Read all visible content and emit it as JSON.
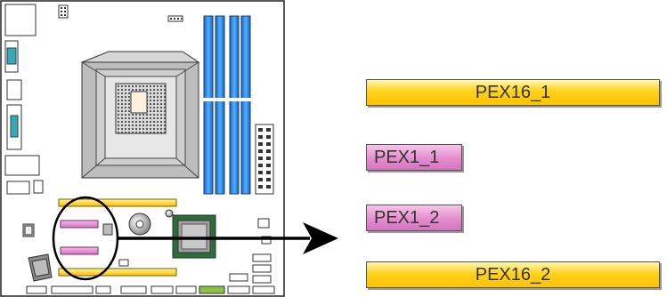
{
  "slots": {
    "pex16_1": "PEX16_1",
    "pex1_1": "PEX1_1",
    "pex1_2": "PEX1_2",
    "pex16_2": "PEX16_2"
  },
  "colors": {
    "x16_slot": "#ffc800",
    "x1_slot": "#dd80c8",
    "dimm_slot": "#1e78d8",
    "chipset": "#2f6b3c",
    "arrow": "#000000"
  }
}
